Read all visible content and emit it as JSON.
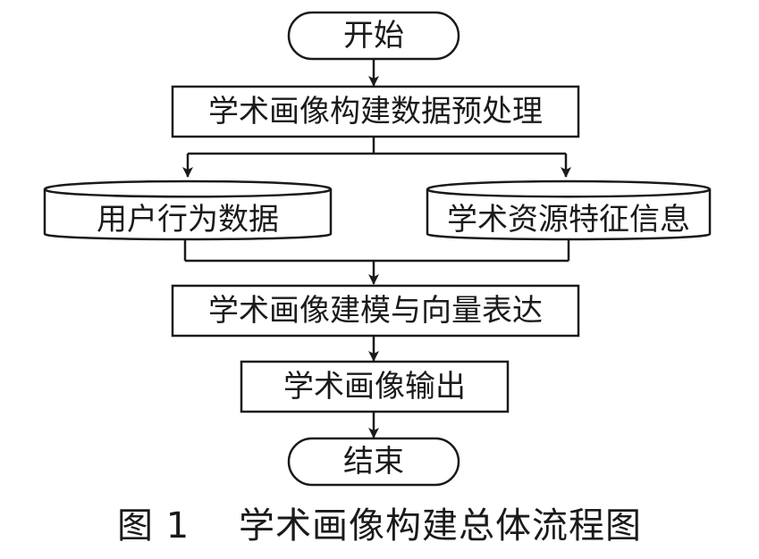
{
  "nodes": {
    "start": "开始",
    "preprocess": "学术画像构建数据预处理",
    "user_behavior": "用户行为数据",
    "academic_resource": "学术资源特征信息",
    "modeling": "学术画像建模与向量表达",
    "output": "学术画像输出",
    "end": "结束"
  },
  "caption": {
    "label": "图 1",
    "title": "学术画像构建总体流程图"
  }
}
